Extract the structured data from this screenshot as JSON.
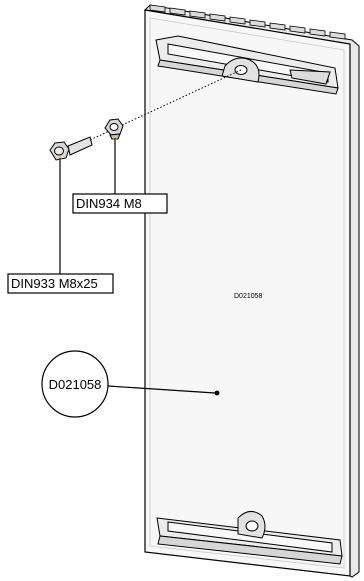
{
  "labels": {
    "nut": "DIN934 M8",
    "screw": "DIN933 M8x25",
    "panel_marking": "D021058",
    "item_callout": "D021058"
  },
  "colors": {
    "line": "#000000",
    "panel_face": "#f7f7f7",
    "panel_edge": "#e4e4e4",
    "hardware": "#d8d8d8",
    "hardware_highlight": "#e5c54a"
  }
}
